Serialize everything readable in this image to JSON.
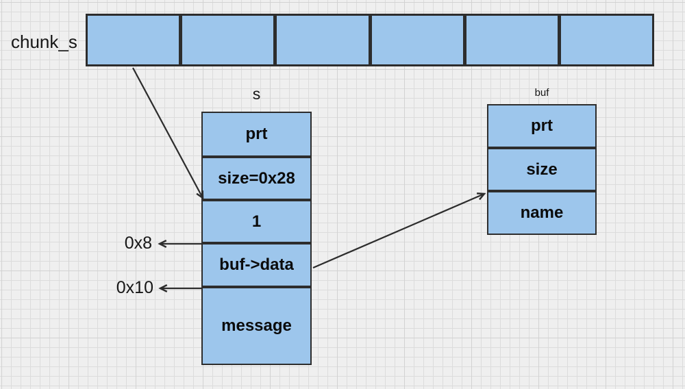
{
  "diagram": {
    "chunk_array": {
      "label": "chunk_s",
      "cell_count": 6
    },
    "struct_s": {
      "label": "s",
      "cells": [
        "prt",
        "size=0x28",
        "1",
        "buf->data",
        "message"
      ]
    },
    "struct_buf": {
      "label": "buf",
      "cells": [
        "prt",
        "size",
        "name"
      ]
    },
    "offsets": {
      "offset_8": "0x8",
      "offset_10": "0x10"
    },
    "colors": {
      "cell_fill": "#9DC6EC",
      "line": "#2d2d2d",
      "background": "#efefef"
    }
  }
}
